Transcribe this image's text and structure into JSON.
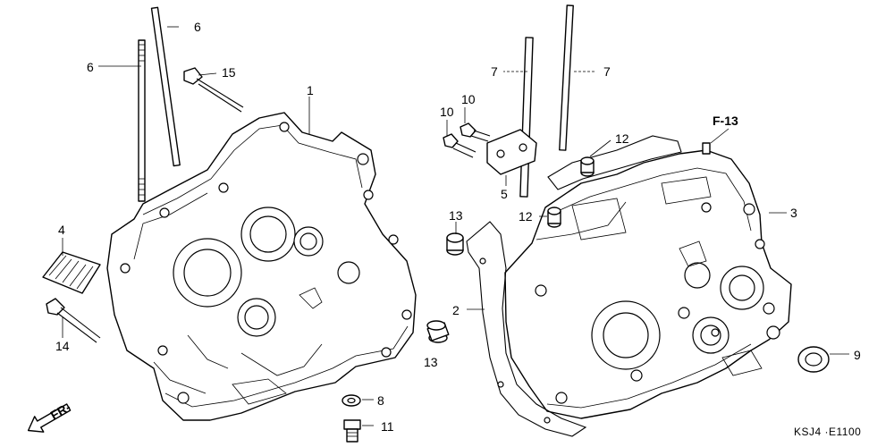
{
  "callouts": {
    "c1": "1",
    "c2": "2",
    "c3": "3",
    "c4": "4",
    "c5": "5",
    "c6a": "6",
    "c6b": "6",
    "c7a": "7",
    "c7b": "7",
    "c8": "8",
    "c9": "9",
    "c10a": "10",
    "c10b": "10",
    "c11": "11",
    "c12a": "12",
    "c12b": "12",
    "c13a": "13",
    "c13b": "13",
    "c14": "14",
    "c15": "15",
    "ref": "F-13"
  },
  "direction_label": "FR-",
  "diagram_code": "KSJ4 ·E1100"
}
